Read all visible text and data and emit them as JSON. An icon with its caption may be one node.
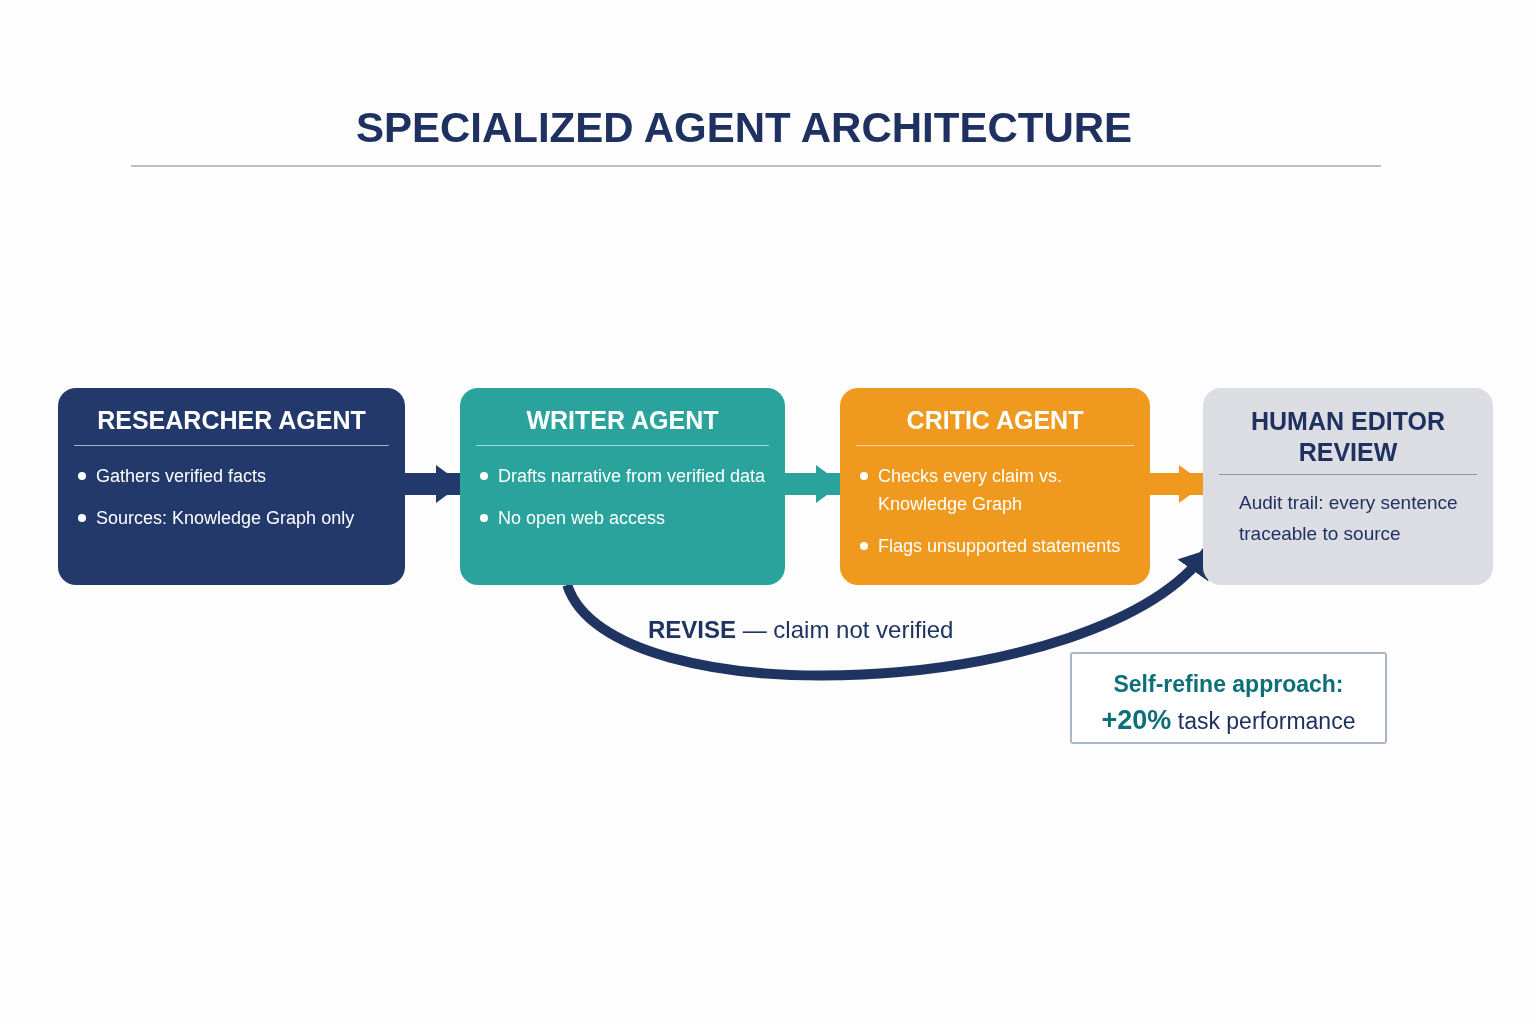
{
  "diagram": {
    "title": "SPECIALIZED AGENT ARCHITECTURE",
    "nodes": [
      {
        "text": [
          "RESEARCHER AGENT",
          "Gathers verified facts",
          "Sources: Knowledge Graph only"
        ]
      },
      {
        "text": [
          "WRITER AGENT",
          "Drafts narrative from verified data",
          "No open web access"
        ]
      },
      {
        "text": [
          "CRITIC AGENT",
          "Checks every claim vs. Knowledge Graph",
          "Flags unsupported statements"
        ]
      },
      {
        "text": [
          "HUMAN EDITOR REVIEW",
          "Audit trail: every sentence traceable to source"
        ]
      },
      {
        "text": [
          "Self-refine approach:",
          "**+20%** task performance"
        ]
      }
    ],
    "edges": [
      {
        "from": 0,
        "to": 1,
        "arrow": "to",
        "color": "#24396b"
      },
      {
        "from": 1,
        "to": 2,
        "arrow": "to",
        "color": "#2aa39c"
      },
      {
        "from": 2,
        "to": 3,
        "arrow": "to",
        "color": "#ef9a1e"
      },
      {
        "from": 1,
        "to": 3,
        "arrow": "to",
        "label": "**REVISE** — claim not verified",
        "color": "#1f3461"
      }
    ]
  }
}
